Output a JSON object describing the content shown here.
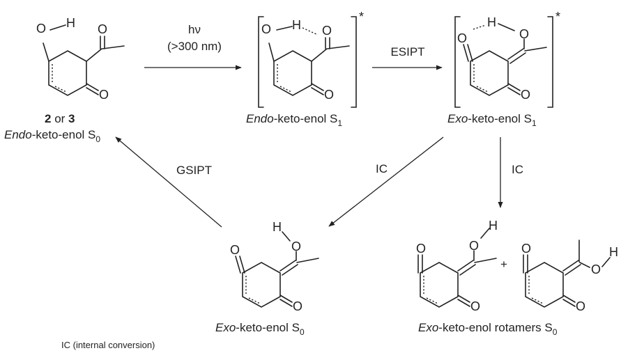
{
  "atoms": {
    "oxygen": "O",
    "hydrogen": "H",
    "asterisk": "*"
  },
  "step1": {
    "line1": "hν",
    "line2": "(>300 nm)"
  },
  "step2": "ESIPT",
  "step3": "GSIPT",
  "step_ic": "IC",
  "plus": "+",
  "mol1": {
    "prefix_bold": "2",
    "prefix_mid": " or ",
    "prefix_bold2": "3",
    "name_italic": "Endo",
    "name_rest": "-keto-enol S",
    "state": "0"
  },
  "mol2": {
    "name_italic": "Endo",
    "name_rest": "-keto-enol S",
    "state": "1"
  },
  "mol3": {
    "name_italic": "Exo",
    "name_rest": "-keto-enol S",
    "state": "1"
  },
  "mol4": {
    "name_italic": "Exo",
    "name_rest": "-keto-enol S",
    "state": "0"
  },
  "mol5": {
    "name_italic": "Exo",
    "name_rest": "-keto-enol rotamers S",
    "state": "0"
  },
  "footnote": "IC (internal conversion)"
}
